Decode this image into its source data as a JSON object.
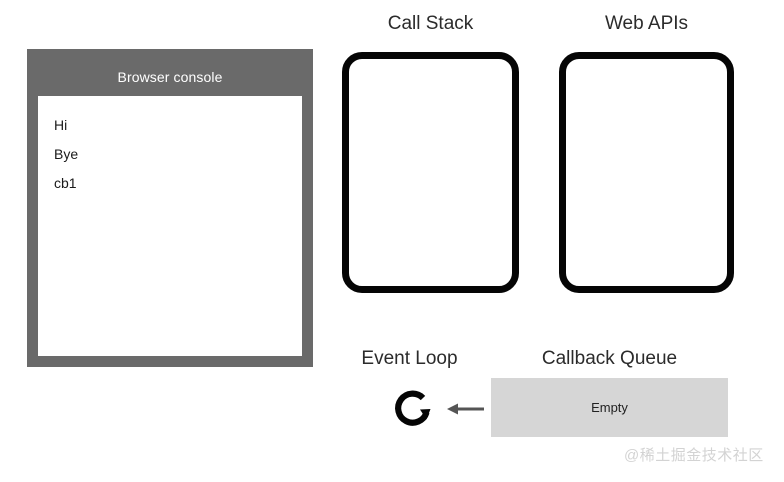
{
  "console": {
    "title": "Browser console",
    "lines": [
      "Hi",
      "Bye",
      "cb1"
    ],
    "panel_color": "#6a6a6a",
    "body_color": "#ffffff",
    "title_color": "#ffffff"
  },
  "call_stack": {
    "heading": "Call Stack",
    "frames": [],
    "border_color": "#050505",
    "fill_color": "#ffffff"
  },
  "web_apis": {
    "heading": "Web APIs",
    "entries": [],
    "border_color": "#050505",
    "fill_color": "#ffffff"
  },
  "event_loop": {
    "heading": "Event Loop",
    "icon": "circular-arrow-icon",
    "icon_color": "#050505"
  },
  "callback_queue": {
    "heading": "Callback Queue",
    "status": "Empty",
    "box_color": "#d6d6d6",
    "status_color": "#222222"
  },
  "flow_arrow": {
    "icon": "arrow-left-icon",
    "color": "#555555",
    "direction": "left"
  },
  "watermark": {
    "text": "@稀土掘金技术社区",
    "color": "#d3d3d3"
  }
}
